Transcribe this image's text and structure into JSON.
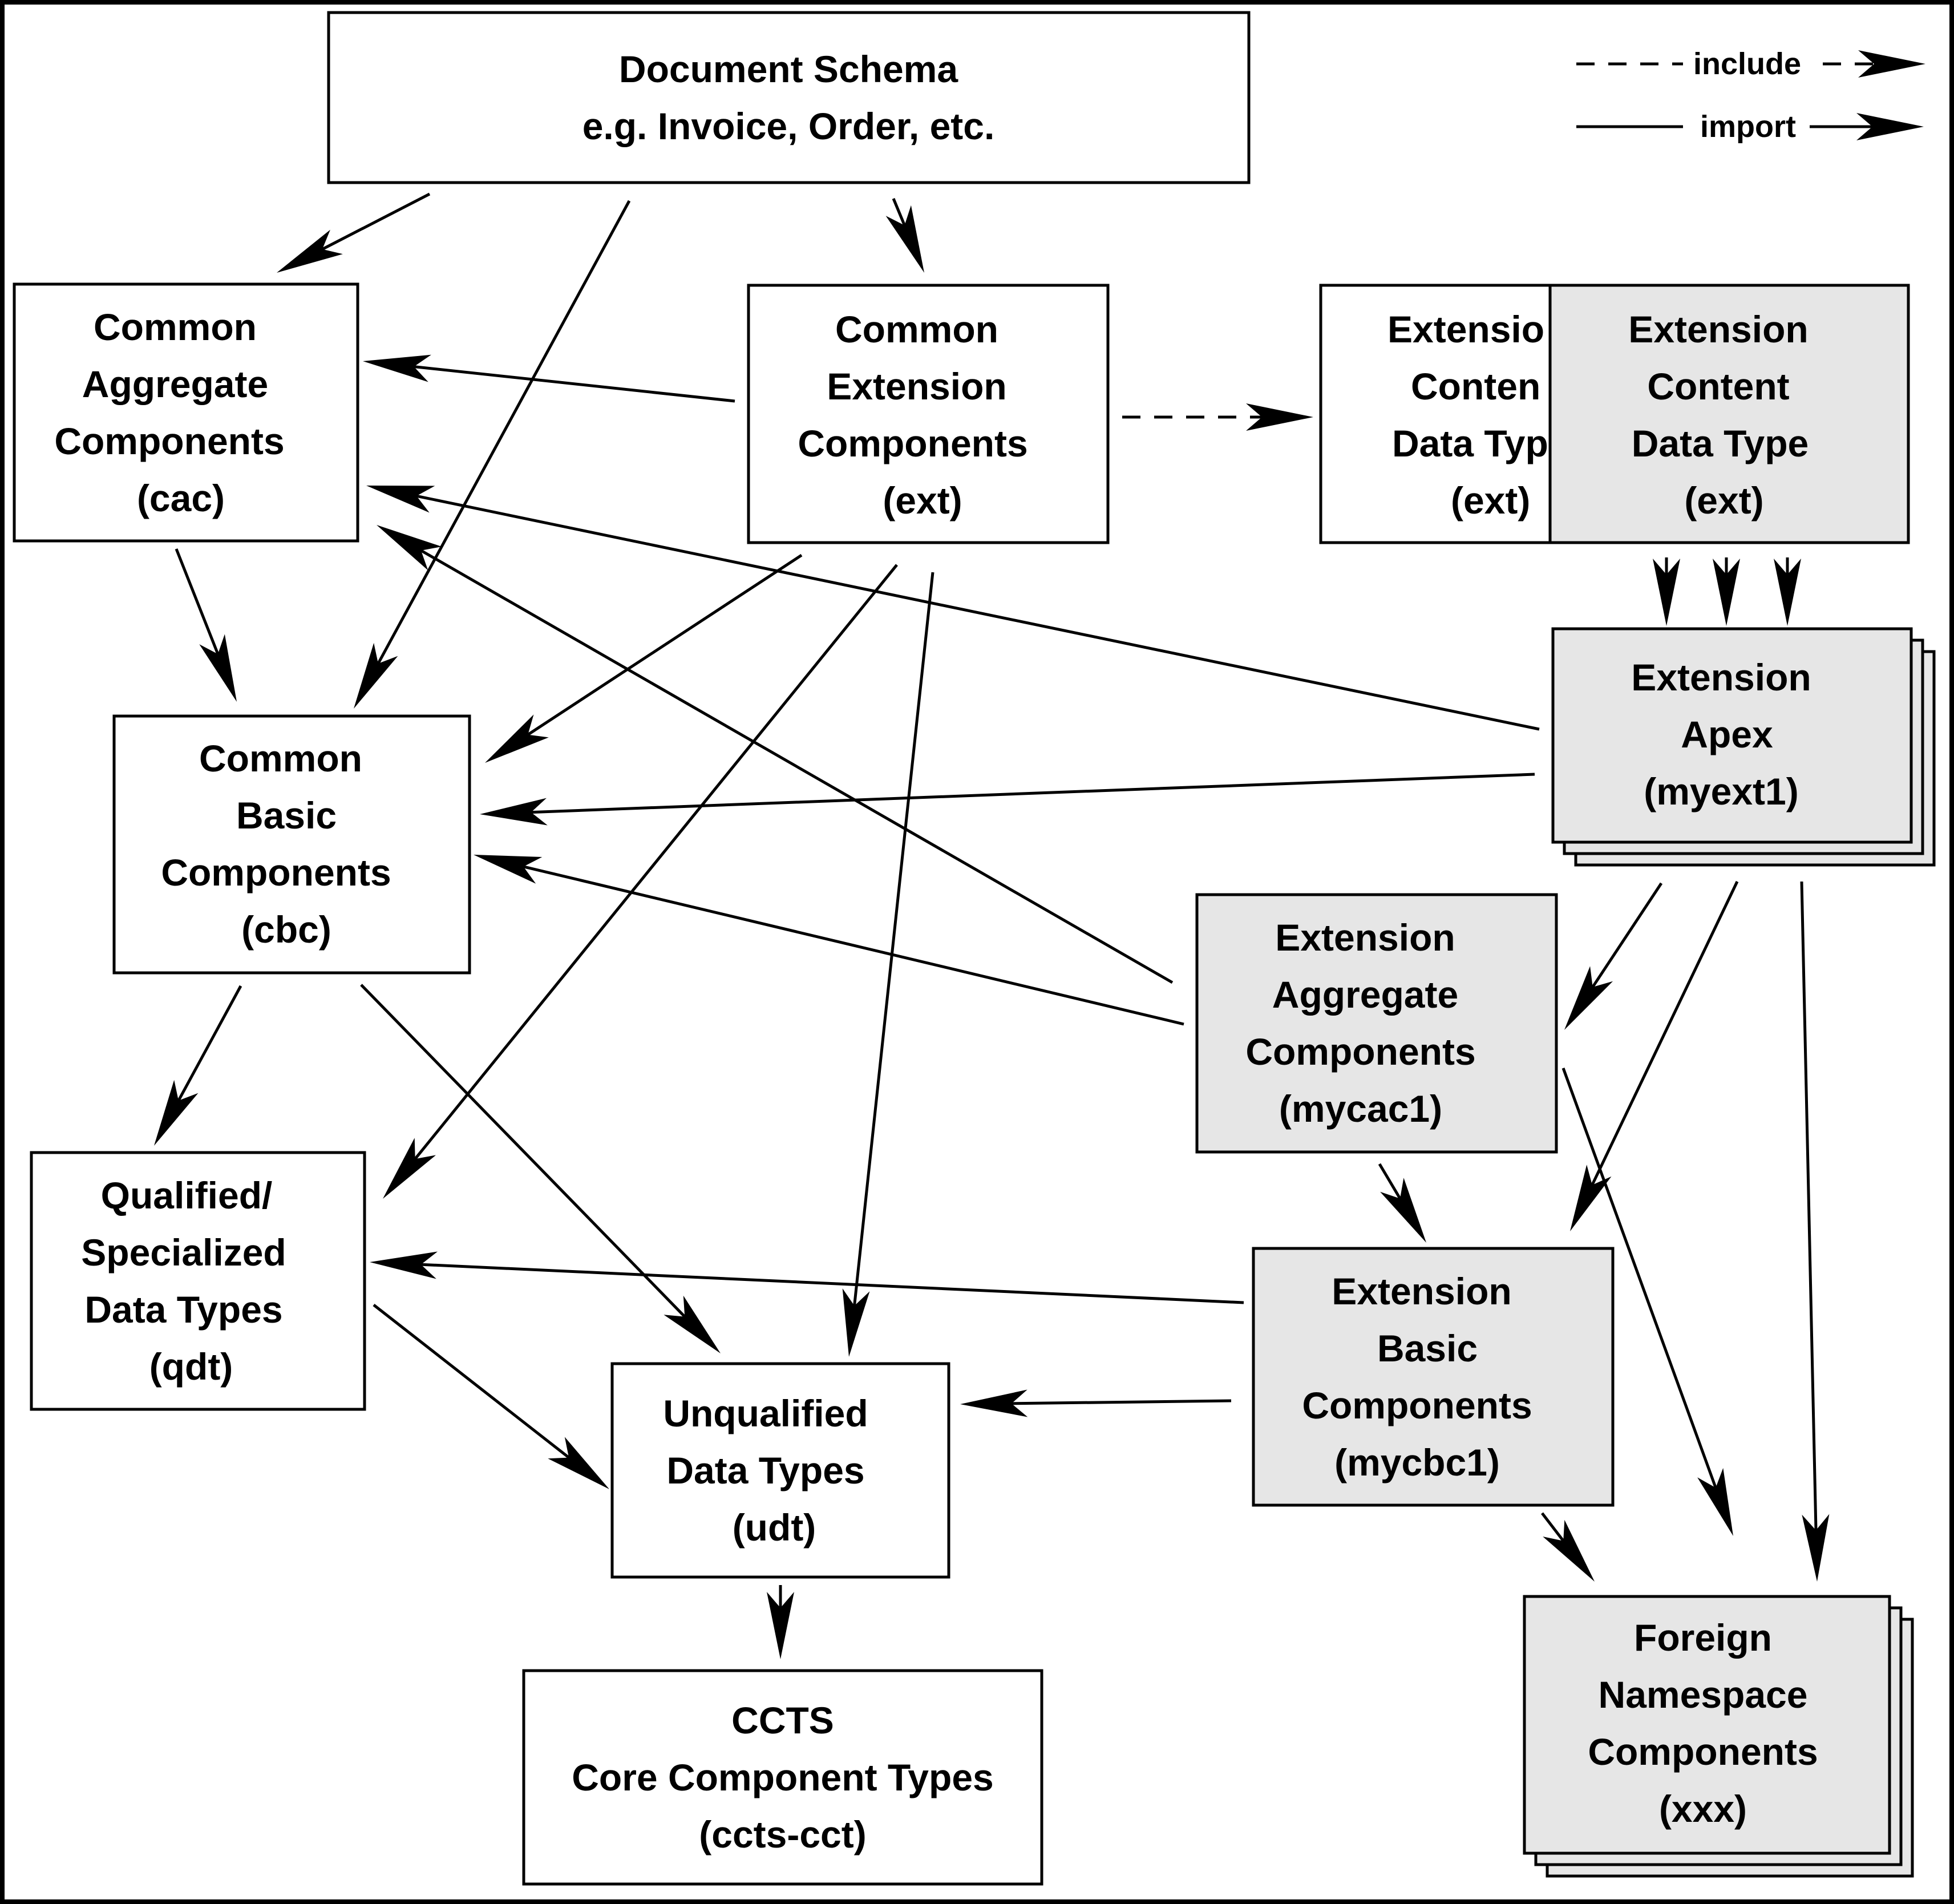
{
  "legend": {
    "include_label": "include",
    "import_label": "import"
  },
  "nodes": {
    "document": {
      "line1": "Document Schema",
      "line2": "e.g. Invoice, Order, etc."
    },
    "cac": {
      "line1": "Common",
      "line2": "Aggregate",
      "line3": "Components",
      "line4": "(cac)"
    },
    "ext_common": {
      "line1": "Common",
      "line2": "Extension",
      "line3": "Components",
      "line4": "(ext)"
    },
    "ext_content_back": {
      "line1": "Extensio",
      "line2": "Conten",
      "line3": "Data Typ",
      "line4": "(ext)"
    },
    "ext_content": {
      "line1": "Extension",
      "line2": "Content",
      "line3": "Data Type",
      "line4": "(ext)"
    },
    "cbc": {
      "line1": "Common",
      "line2": "Basic",
      "line3": "Components",
      "line4": "(cbc)"
    },
    "apex": {
      "line1": "Extension",
      "line2": "Apex",
      "line3": "(myext1)"
    },
    "mycac": {
      "line1": "Extension",
      "line2": "Aggregate",
      "line3": "Components",
      "line4": "(mycac1)"
    },
    "qdt": {
      "line1": "Qualified/",
      "line2": "Specialized",
      "line3": "Data Types",
      "line4": "(qdt)"
    },
    "mycbc": {
      "line1": "Extension",
      "line2": "Basic",
      "line3": "Components",
      "line4": "(mycbc1)"
    },
    "udt": {
      "line1": "Unqualified",
      "line2": "Data Types",
      "line3": "(udt)"
    },
    "foreign": {
      "line1": "Foreign",
      "line2": "Namespace",
      "line3": "Components",
      "line4": "(xxx)"
    },
    "ccts": {
      "line1": "CCTS",
      "line2": "Core Component Types",
      "line3": "(ccts-cct)"
    }
  },
  "colors": {
    "shaded_box": "#e6e6e6",
    "plain_box": "#ffffff",
    "stroke": "#000000"
  }
}
